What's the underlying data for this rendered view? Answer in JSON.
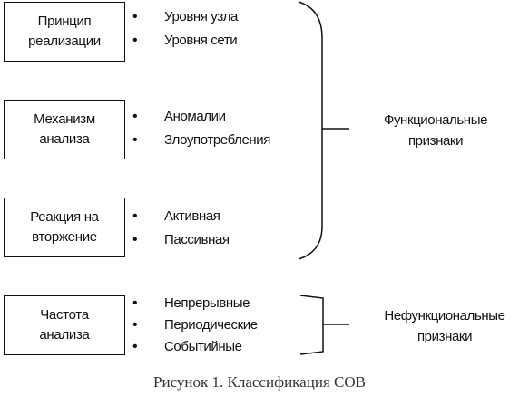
{
  "groups": [
    {
      "box_lines": [
        "Принцип",
        "реализации"
      ],
      "items": [
        "Уровня узла",
        "Уровня сети"
      ]
    },
    {
      "box_lines": [
        "Механизм",
        "анализа"
      ],
      "items": [
        "Аномалии",
        "Злоупотребления"
      ]
    },
    {
      "box_lines": [
        "Реакция на",
        "вторжение"
      ],
      "items": [
        "Активная",
        "Пассивная"
      ]
    },
    {
      "box_lines": [
        "Частота",
        "анализа"
      ],
      "items": [
        "Непрерывные",
        "Периодические",
        "Событийные"
      ]
    }
  ],
  "functional_label": [
    "Функциональные",
    "признаки"
  ],
  "nonfunctional_label": [
    "Нефункциональные",
    "признаки"
  ],
  "bullet_symbol": "•",
  "caption": "Рисунок 1. Классификация СОВ"
}
